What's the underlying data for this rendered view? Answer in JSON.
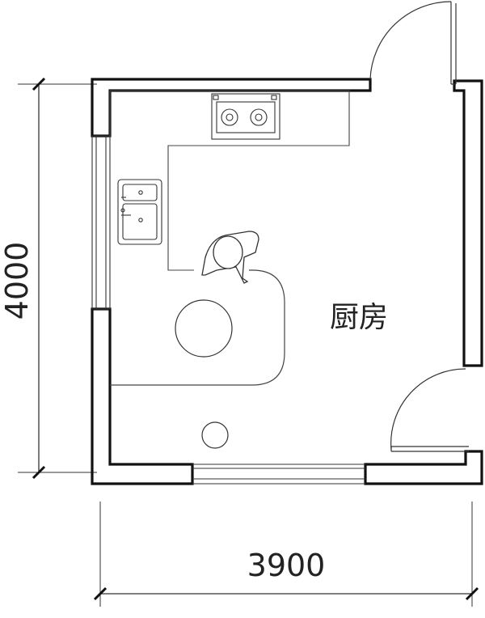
{
  "room": {
    "label": "厨房"
  },
  "dimensions": {
    "width": "3900",
    "height": "4000"
  },
  "colors": {
    "wall": "#111111",
    "line": "#333333",
    "background": "#ffffff"
  },
  "fixtures": [
    "stove-icon",
    "sink-icon",
    "person-icon",
    "round-table-icon",
    "stool-icon",
    "door-swing-icon",
    "window-icon"
  ]
}
